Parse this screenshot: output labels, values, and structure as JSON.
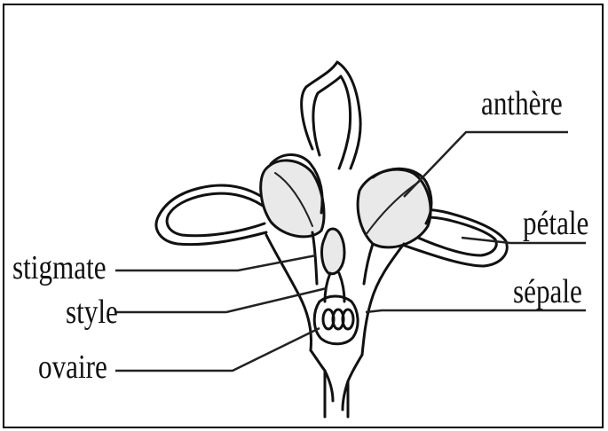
{
  "labels": {
    "anthere": "anthère",
    "petale": "pétale",
    "sepale": "sépale",
    "stigmate": "stigmate",
    "style": "style",
    "ovaire": "ovaire"
  },
  "colors": {
    "line": "#111111",
    "fill": "#e9e9e9",
    "background": "#ffffff"
  }
}
